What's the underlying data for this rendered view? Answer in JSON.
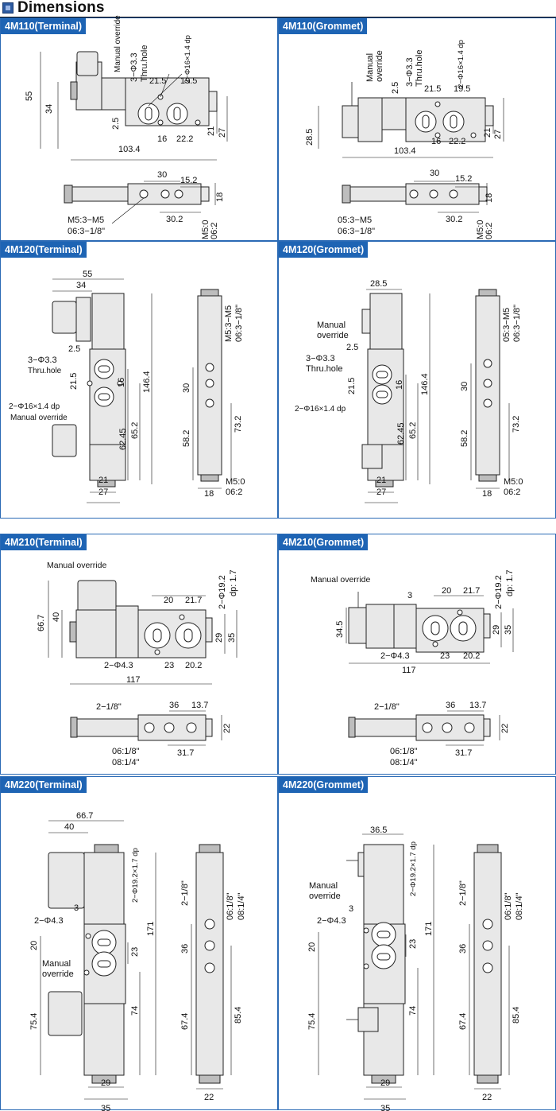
{
  "header": {
    "title": "Dimensions",
    "icon": "square-bullet-icon"
  },
  "panels": {
    "p110t": {
      "tag": "4M110(Terminal)",
      "labels": {
        "manual": "Manual override",
        "holes": "3−Φ3.3",
        "thru": "Thru.hole",
        "dp": "2−Φ16×1.4 dp",
        "d215": "21.5",
        "d195": "19.5",
        "d55": "55",
        "d34": "34",
        "d25": "2.5",
        "d21": "21",
        "d27": "27",
        "d16": "16",
        "d222": "22.2",
        "d1034": "103.4",
        "d30": "30",
        "d152": "15.2",
        "d18": "18",
        "port1": "M5:3−M5",
        "port2": "06:3−1/8\"",
        "d302": "30.2",
        "v1": "M5:0",
        "v2": "06:2"
      }
    },
    "p110g": {
      "tag": "4M110(Grommet)",
      "labels": {
        "manual1": "Manual",
        "manual2": "override",
        "holes": "3−Φ3.3",
        "thru": "Thru.hole",
        "dp": "2−Φ16×1.4 dp",
        "d215": "21.5",
        "d195": "19.5",
        "d285": "28.5",
        "d25": "2.5",
        "d21": "21",
        "d27": "27",
        "d16": "16",
        "d222": "22.2",
        "d1034": "103.4",
        "d30": "30",
        "d152": "15.2",
        "d18": "18",
        "port1": "05:3−M5",
        "port2": "06:3−1/8\"",
        "d302": "30.2",
        "v1": "M5:0",
        "v2": "06:2"
      }
    },
    "p120t": {
      "tag": "4M120(Terminal)",
      "labels": {
        "d55": "55",
        "d34": "34",
        "d25": "2.5",
        "holes": "3−Φ3.3",
        "thru": "Thru.hole",
        "d215": "21.5",
        "d16": "16",
        "dp": "2−Φ16×1.4 dp",
        "manual": "Manual override",
        "d6245": "62.45",
        "d652": "65.2",
        "d1464": "146.4",
        "d21": "21",
        "d27": "27",
        "port1": "M5:3−M5",
        "port2": "06:3−1/8\"",
        "d30": "30",
        "d582": "58.2",
        "d732": "73.2",
        "v1": "M5:0",
        "v2": "06:2",
        "d18": "18"
      }
    },
    "p120g": {
      "tag": "4M120(Grommet)",
      "labels": {
        "d285": "28.5",
        "manual1": "Manual",
        "manual2": "override",
        "d25": "2.5",
        "holes": "3−Φ3.3",
        "thru": "Thru.hole",
        "d215": "21.5",
        "d16": "16",
        "dp": "2−Φ16×1.4 dp",
        "d6245": "62.45",
        "d652": "65.2",
        "d1464": "146.4",
        "d21": "21",
        "d27": "27",
        "port1": "05:3−M5",
        "port2": "06:3−1/8\"",
        "d30": "30",
        "d582": "58.2",
        "d732": "73.2",
        "v1": "M5:0",
        "v2": "06:2",
        "d18": "18"
      }
    },
    "p210t": {
      "tag": "4M210(Terminal)",
      "labels": {
        "manual": "Manual override",
        "dp1": "2−Φ19.2",
        "dp2": "dp: 1.7",
        "d20": "20",
        "d217": "21.7",
        "d667": "66.7",
        "d40": "40",
        "d29": "29",
        "d35": "35",
        "holes": "2−Φ4.3",
        "d23": "23",
        "d202": "20.2",
        "d117": "117",
        "p18": "2−1/8\"",
        "d36": "36",
        "d137": "13.7",
        "d22": "22",
        "o1": "06:1/8\"",
        "o2": "08:1/4\"",
        "d317": "31.7"
      }
    },
    "p210g": {
      "tag": "4M210(Grommet)",
      "labels": {
        "manual": "Manual override",
        "dp1": "2−Φ19.2",
        "dp2": "dp: 1.7",
        "d3": "3",
        "d20": "20",
        "d217": "21.7",
        "d345": "34.5",
        "d29": "29",
        "d35": "35",
        "holes": "2−Φ4.3",
        "d23": "23",
        "d202": "20.2",
        "d117": "117",
        "p18": "2−1/8\"",
        "d36": "36",
        "d137": "13.7",
        "d22": "22",
        "o1": "06:1/8\"",
        "o2": "08:1/4\"",
        "d317": "31.7"
      }
    },
    "p220t": {
      "tag": "4M220(Terminal)",
      "labels": {
        "d667": "66.7",
        "d40": "40",
        "dp": "2−Φ19.2×1.7 dp",
        "d3": "3",
        "holes": "2−Φ4.3",
        "d20": "20",
        "manual1": "Manual",
        "manual2": "override",
        "d754": "75.4",
        "d23": "23",
        "d171": "171",
        "d74": "74",
        "d29": "29",
        "d35": "35",
        "p18": "2−1/8\"",
        "o1": "06:1/8\"",
        "o2": "08:1/4\"",
        "d36": "36",
        "d674": "67.4",
        "d854": "85.4",
        "d22": "22"
      }
    },
    "p220g": {
      "tag": "4M220(Grommet)",
      "labels": {
        "d365": "36.5",
        "dp": "2−Φ19.2×1.7 dp",
        "manual1": "Manual",
        "manual2": "override",
        "d3": "3",
        "holes": "2−Φ4.3",
        "d20": "20",
        "d754": "75.4",
        "d23": "23",
        "d171": "171",
        "d74": "74",
        "d29": "29",
        "d35": "35",
        "p18": "2−1/8\"",
        "o1": "06:1/8\"",
        "o2": "08:1/4\"",
        "d36": "36",
        "d674": "67.4",
        "d854": "85.4",
        "d22": "22"
      }
    }
  }
}
